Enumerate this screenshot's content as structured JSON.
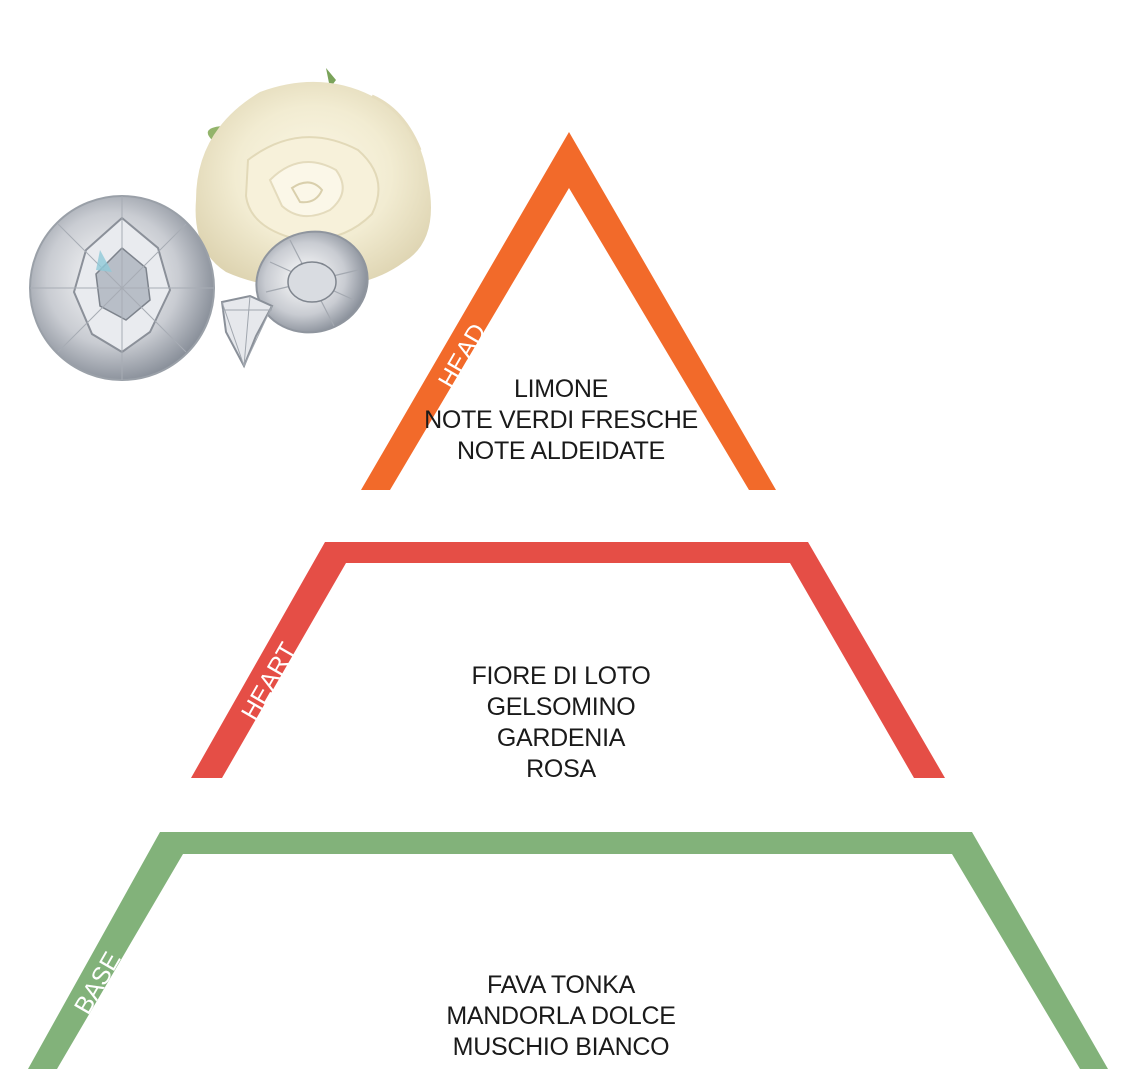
{
  "colors": {
    "head": "#F26A2A",
    "heart": "#E54E46",
    "base": "#82B27A",
    "text": "#1a1a1a",
    "label": "#ffffff"
  },
  "pyramid": {
    "head": {
      "label": "HEAD",
      "notes": [
        "LIMONE",
        "NOTE VERDI FRESCHE",
        "NOTE ALDEIDATE"
      ]
    },
    "heart": {
      "label": "HEART",
      "notes": [
        "FIORE DI LOTO",
        "GELSOMINO",
        "GARDENIA",
        "ROSA"
      ]
    },
    "base": {
      "label": "BASE",
      "notes": [
        "FAVA TONKA",
        "MANDORLA DOLCE",
        "MUSCHIO BIANCO"
      ]
    }
  },
  "illustration": {
    "items": [
      "rose",
      "round-diamond",
      "oval-diamond",
      "small-diamond"
    ]
  }
}
